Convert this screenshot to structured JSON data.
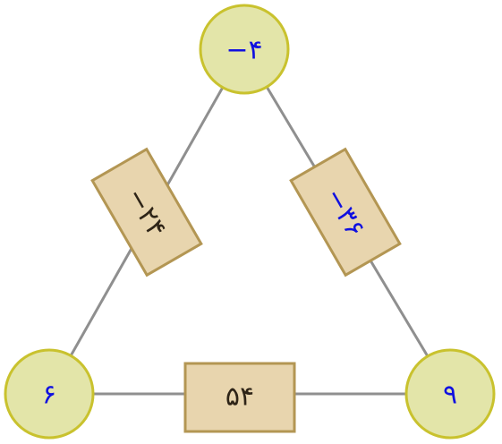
{
  "nodes": {
    "top": {
      "value": "−۴",
      "color": "#1010e0"
    },
    "left": {
      "value": "۶",
      "color": "#1010e0"
    },
    "right": {
      "value": "۹",
      "color": "#1010e0"
    }
  },
  "edges": {
    "top_left": {
      "value": "−۲۴",
      "color": "#2e2417"
    },
    "top_right": {
      "value": "−۳۶",
      "color": "#1010e0"
    },
    "bottom": {
      "value": "۵۴",
      "color": "#2e2417"
    }
  }
}
